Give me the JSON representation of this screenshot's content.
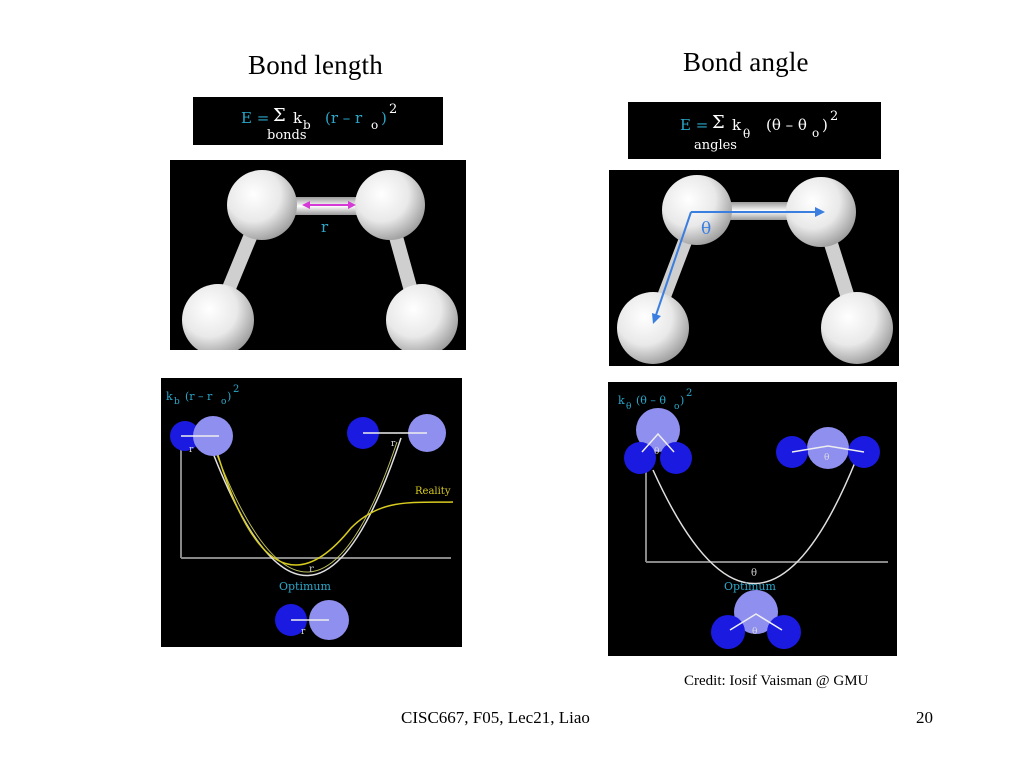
{
  "left": {
    "title": "Bond length",
    "formula": {
      "lhs": "E =",
      "sum": "Σ",
      "sub": "bonds",
      "k": "k",
      "k_sub": "b",
      "term": "(r – r",
      "term_sub": "o",
      "close": ")",
      "exp": "2"
    },
    "molecule_label": "r",
    "plot": {
      "ylabel": {
        "k": "k",
        "k_sub": "b",
        "term": "(r – r",
        "term_sub": "o",
        "close": ")",
        "exp": "2"
      },
      "xlabel": "r",
      "reality_label": "Reality",
      "optimum_label": "Optimum",
      "r_marks": [
        "r",
        "r",
        "r"
      ]
    }
  },
  "right": {
    "title": "Bond angle",
    "formula": {
      "lhs": "E =",
      "sum": "Σ",
      "sub": "angles",
      "k": "k",
      "k_sub": "θ",
      "term": "(θ – θ",
      "term_sub": "o",
      "close": ")",
      "exp": "2"
    },
    "molecule_label": "θ",
    "plot": {
      "ylabel": {
        "k": "k",
        "k_sub": "θ",
        "term": "(θ – θ",
        "term_sub": "o",
        "close": ")",
        "exp": "2"
      },
      "xlabel": "θ",
      "optimum_label": "Optimum",
      "theta_marks": [
        "θ",
        "θ",
        "θ"
      ]
    }
  },
  "credit": "Credit: Iosif Vaisman @ GMU",
  "footer": {
    "course": "CISC667, F05, Lec21, Liao",
    "page": "20"
  }
}
